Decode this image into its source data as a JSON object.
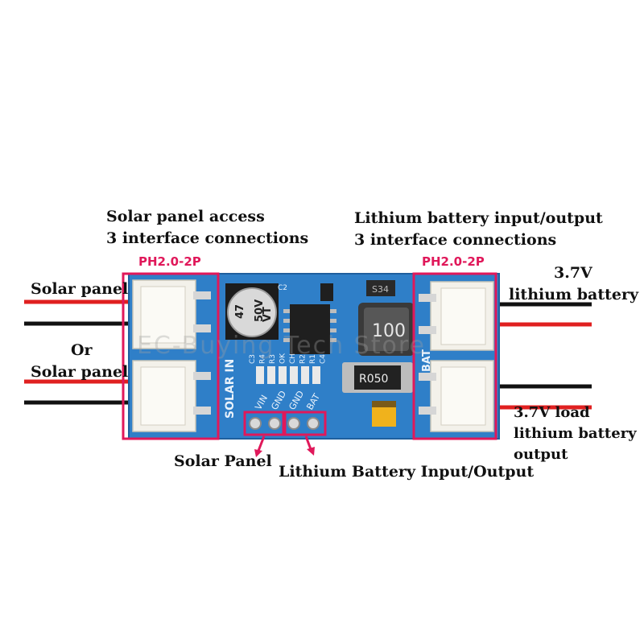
{
  "labels": {
    "solar_access_line1": "Solar panel access",
    "solar_access_line2": "3 interface connections",
    "lithium_io_line1": "Lithium battery input/output",
    "lithium_io_line2": "3 interface connections",
    "left_connector_tag": "PH2.0-2P",
    "right_connector_tag": "PH2.0-2P",
    "solar_panel_top": "Solar panel",
    "or_label": "Or",
    "solar_panel_bottom": "Solar panel",
    "battery_37v_line1": "3.7V",
    "battery_37v_line2": "lithium battery",
    "load_line1": "3.7V load",
    "load_line2": "lithium battery",
    "load_line3": "output",
    "pin_solar_panel": "Solar Panel",
    "pin_lithium_io": "Lithium Battery Input/Output"
  },
  "watermark": "EC-Buying Tech Store",
  "board": {
    "silkscreen_solar_in": "SOLAR IN",
    "silkscreen_bat": "BAT",
    "pin_labels": [
      "VIN",
      "GND",
      "GND",
      "BAT"
    ],
    "capacitor_marking": [
      "47",
      "50V",
      "VT"
    ],
    "inductor_marking": "100",
    "resistor_marking": "R050",
    "chip_top_marking": "S34",
    "component_labels": [
      "C2",
      "C3",
      "R4",
      "R3",
      "OK",
      "CH",
      "R2",
      "R1",
      "C4"
    ]
  },
  "colors": {
    "board_blue": "#2f7fc8",
    "highlight_red": "#e0185a",
    "wire_red": "#e02020",
    "wire_black": "#111111",
    "connector_white": "#f3f1ea"
  }
}
